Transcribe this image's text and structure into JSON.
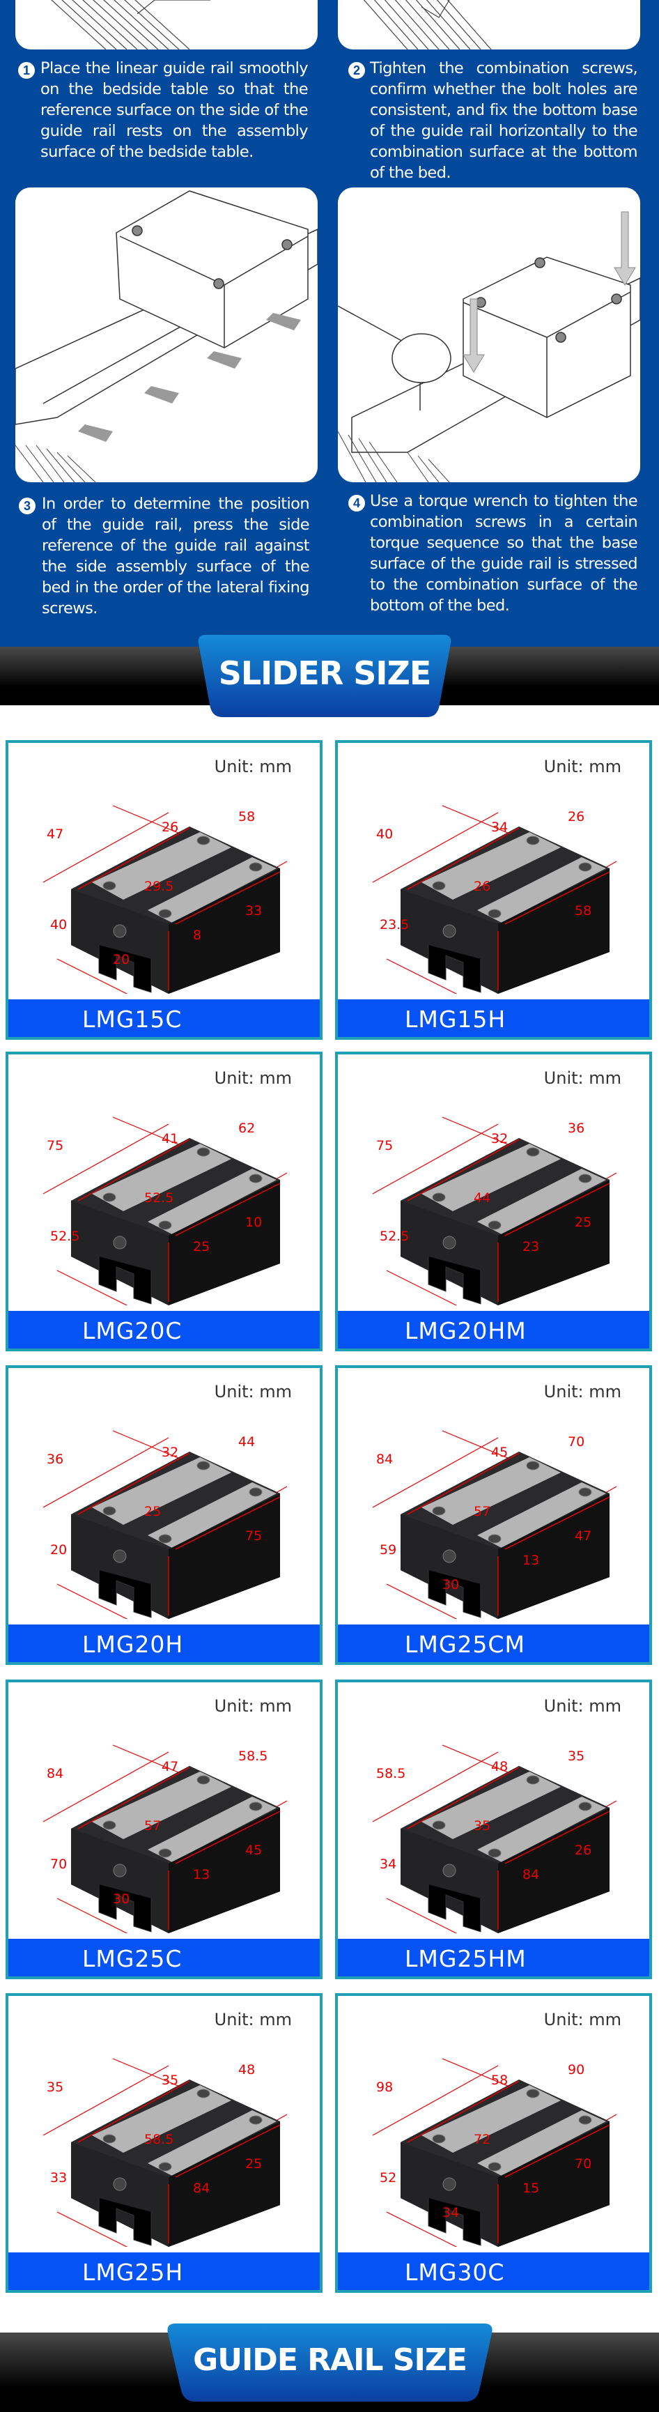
{
  "install_steps": [
    {
      "number": "1",
      "text": "Place the linear guide rail smoothly on the bedside table so that the reference surface on the side of the guide rail rests on the assembly surface of the bedside table."
    },
    {
      "number": "2",
      "text": "Tighten the combination screws, confirm whether the bolt holes are consistent, and fix the bottom base of the guide rail horizontally to the combination surface at the bottom of the bed."
    },
    {
      "number": "3",
      "text": "In order to determine the position of the guide rail, press the side reference of the guide rail against the side assembly surface of the bed in the order of the lateral fixing screws."
    },
    {
      "number": "4",
      "text": "Use a torque wrench to tighten the combination screws in a certain torque sequence so that the base surface of the guide rail is stressed to the combination surface of the bottom of the bed."
    }
  ],
  "slider_section": {
    "title": "SLIDER SIZE",
    "unit_label": "Unit: mm"
  },
  "products": [
    {
      "model": "LMG15C",
      "dims": [
        "47",
        "58",
        "26",
        "29.5",
        "40",
        "33",
        "8",
        "20"
      ]
    },
    {
      "model": "LMG15H",
      "dims": [
        "40",
        "26",
        "34",
        "26",
        "23.5",
        "58"
      ]
    },
    {
      "model": "LMG20C",
      "dims": [
        "75",
        "62",
        "41",
        "52.5",
        "52.5",
        "10",
        "25"
      ]
    },
    {
      "model": "LMG20HM",
      "dims": [
        "75",
        "36",
        "32",
        "44",
        "52.5",
        "25",
        "23"
      ]
    },
    {
      "model": "LMG20H",
      "dims": [
        "36",
        "44",
        "32",
        "25",
        "20",
        "75"
      ]
    },
    {
      "model": "LMG25CM",
      "dims": [
        "84",
        "70",
        "45",
        "57",
        "59",
        "47",
        "13",
        "30"
      ]
    },
    {
      "model": "LMG25C",
      "dims": [
        "84",
        "58.5",
        "47",
        "57",
        "70",
        "45",
        "13",
        "30"
      ]
    },
    {
      "model": "LMG25HM",
      "dims": [
        "58.5",
        "35",
        "48",
        "35",
        "34",
        "26",
        "84"
      ]
    },
    {
      "model": "LMG25H",
      "dims": [
        "35",
        "48",
        "35",
        "58.5",
        "33",
        "25",
        "84"
      ]
    },
    {
      "model": "LMG30C",
      "dims": [
        "98",
        "90",
        "58",
        "72",
        "52",
        "70",
        "15",
        "34"
      ]
    }
  ],
  "rail_section": {
    "title": "GUIDE RAIL SIZE"
  },
  "colors": {
    "blue_bg": "#03499b",
    "label_bar": "#0653f5",
    "card_border": "#1fa0b6",
    "dimension": "#ee0000"
  }
}
